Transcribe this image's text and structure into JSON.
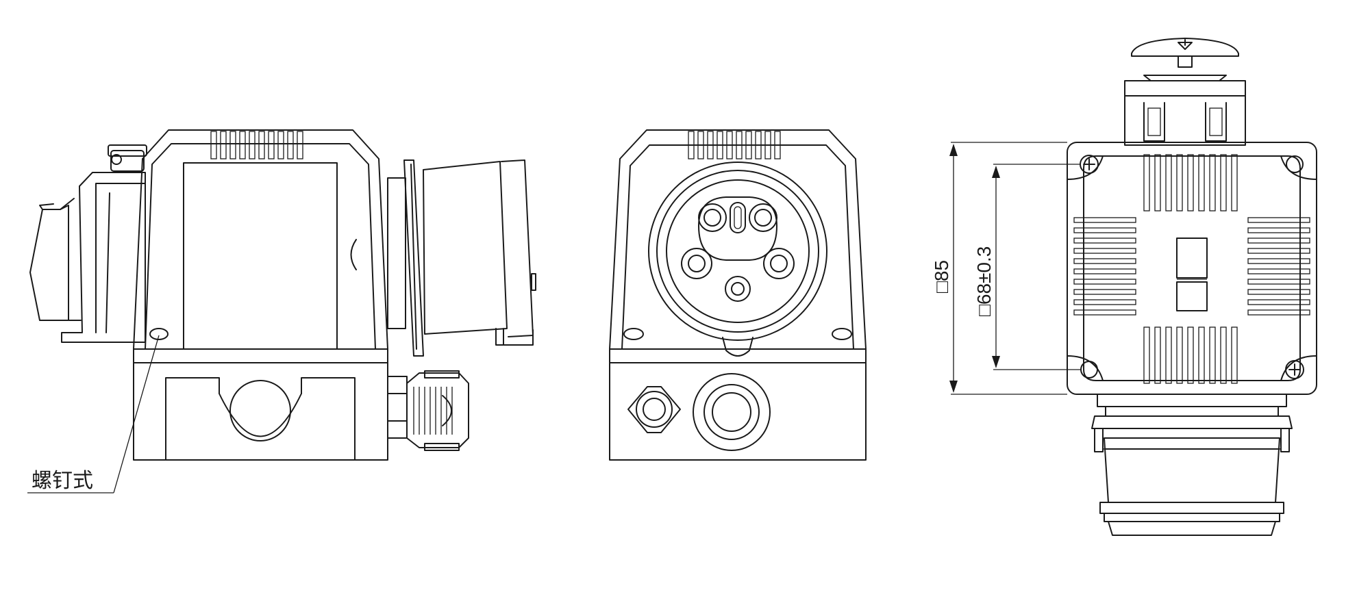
{
  "labels": {
    "screw_type": "螺钉式",
    "dim_outer": "□85",
    "dim_inner": "□68±0.3"
  },
  "colors": {
    "line": "#1a1a1a",
    "background": "#ffffff"
  }
}
